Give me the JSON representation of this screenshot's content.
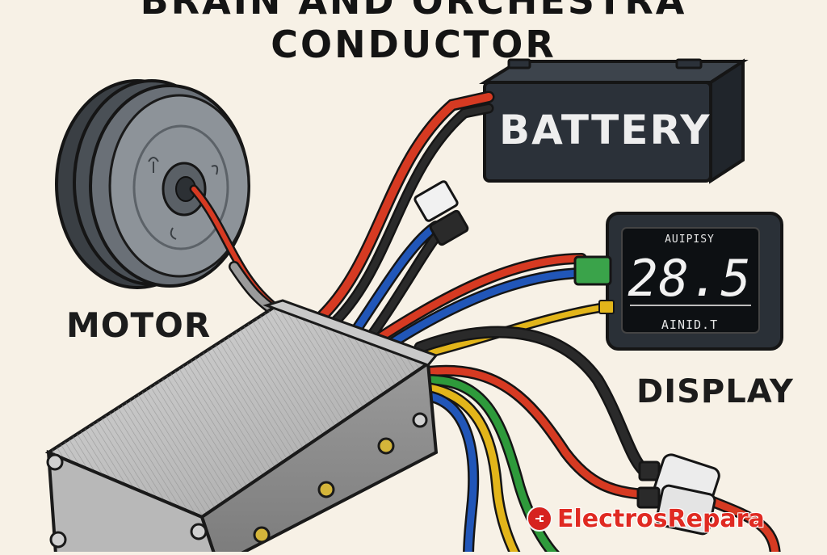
{
  "title": "BRAIN AND ORCHESTRA CONDUCTOR",
  "components": {
    "motor": "MOTOR",
    "battery": "BATTERY",
    "display": "DISPLAY"
  },
  "display_screen": {
    "top_text": "AUIPISY",
    "value": "28.5",
    "bottom_text": "AINID.T"
  },
  "watermark": {
    "brand": "ElectrosRepara",
    "icon": "plug-logo-icon"
  },
  "colors": {
    "background": "#f7f1e6",
    "battery": "#2b3139",
    "controller": "#a9a9a9",
    "wire_red": "#d63a22",
    "wire_blue": "#2156b8",
    "wire_yellow": "#e2b51a",
    "wire_green": "#2e9a3b",
    "wire_black": "#2a2a2a",
    "brand_red": "#e02a22"
  }
}
